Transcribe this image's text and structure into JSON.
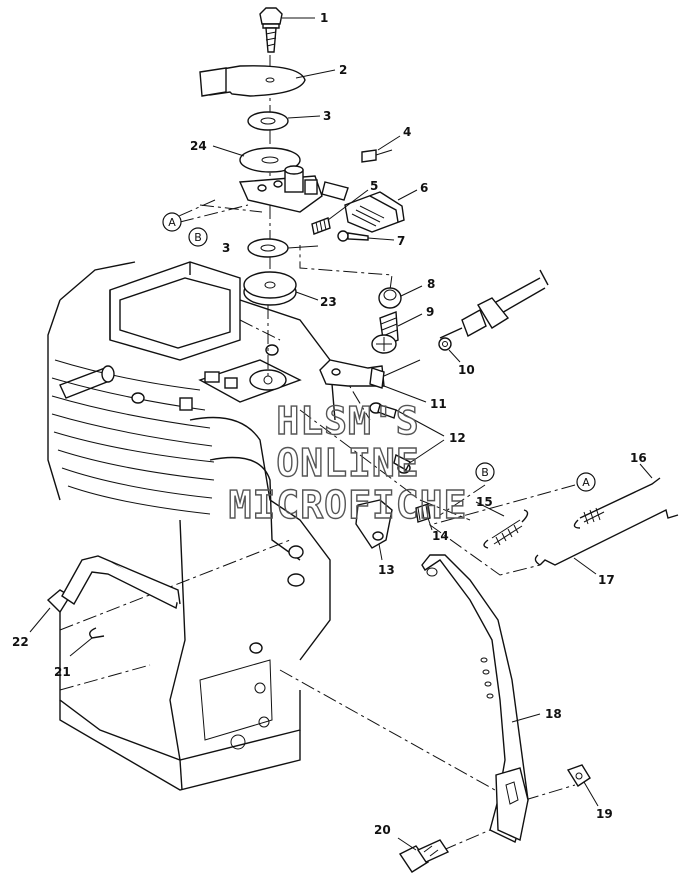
{
  "watermark": {
    "line1": "HLSM'S",
    "line2": "ONLINE",
    "line3": "MICROFICHE"
  },
  "reference_callouts": [
    "A",
    "B"
  ],
  "part_numbers": [
    "1",
    "2",
    "3",
    "4",
    "5",
    "6",
    "7",
    "8",
    "9",
    "10",
    "11",
    "12",
    "13",
    "14",
    "15",
    "16",
    "17",
    "18",
    "19",
    "20",
    "21",
    "22",
    "23",
    "24"
  ]
}
